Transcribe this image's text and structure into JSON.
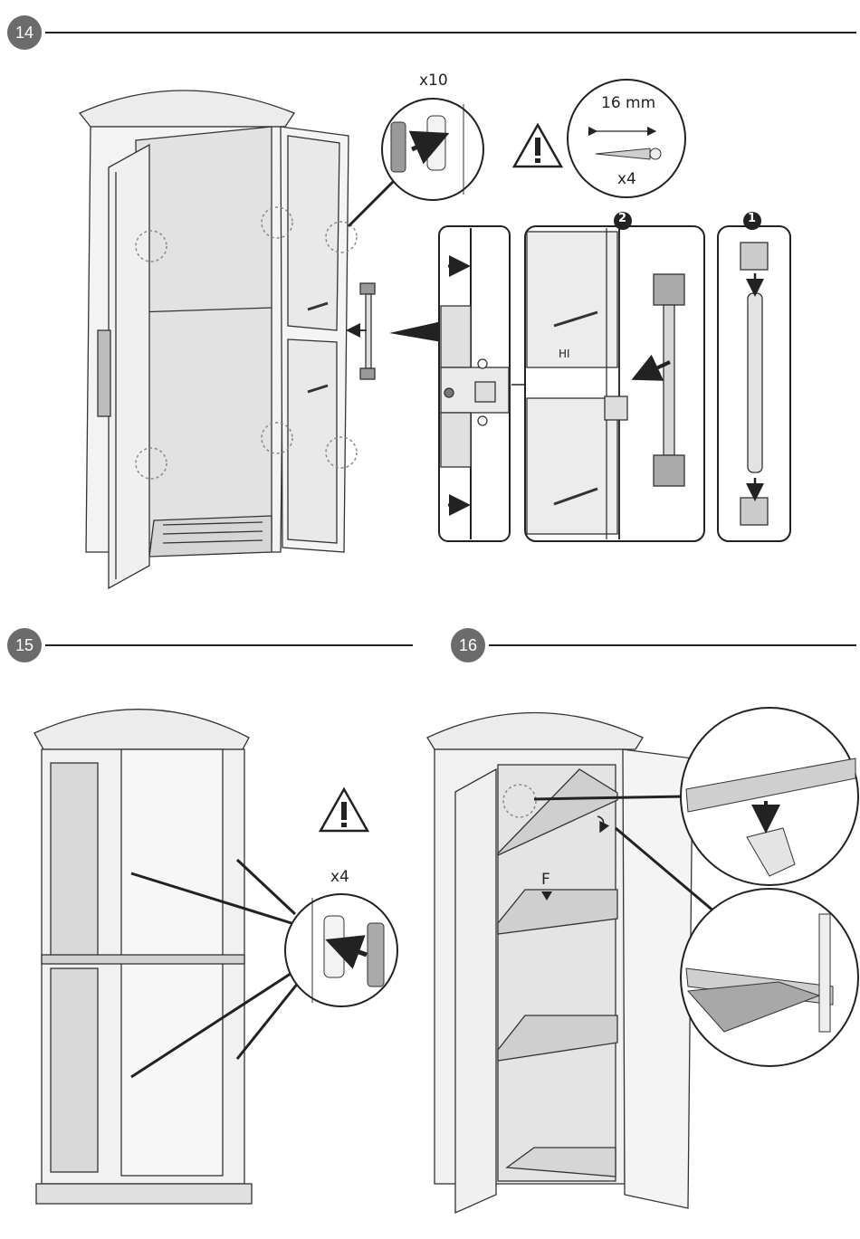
{
  "steps": [
    {
      "number": "14",
      "labels": {
        "count_clips": "x10",
        "screw_length": "16 mm",
        "screw_count": "x4",
        "sub_a": "2",
        "sub_b": "1",
        "panel_mark": "HI"
      }
    },
    {
      "number": "15",
      "labels": {
        "count": "x4"
      }
    },
    {
      "number": "16",
      "labels": {
        "shelf_mark": "F"
      }
    }
  ],
  "colors": {
    "ink": "#222222",
    "panel": "#e6e6e6",
    "shade": "#bdbdbd",
    "badge": "#6b6b6b"
  }
}
